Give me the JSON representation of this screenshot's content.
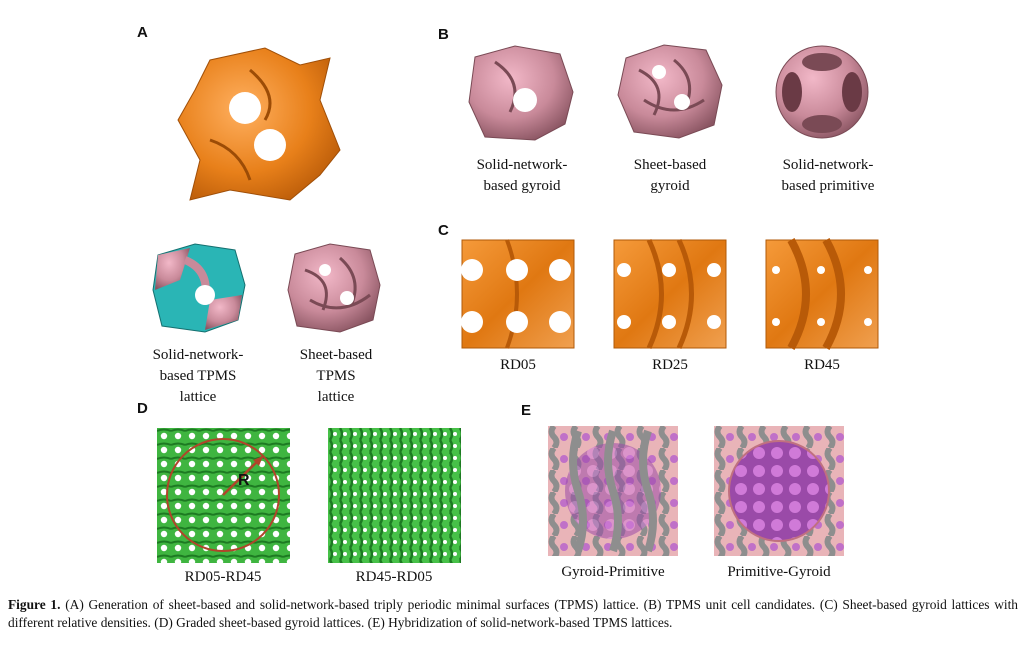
{
  "panels": {
    "A": {
      "letter": "A"
    },
    "B": {
      "letter": "B",
      "labels": [
        "Solid-network-\nbased gyroid",
        "Sheet-based\ngyroid",
        "Solid-network-\nbased primitive"
      ]
    },
    "A2": {
      "labels": [
        "Solid-network-\nbased TPMS\nlattice",
        "Sheet-based\nTPMS\nlattice"
      ]
    },
    "C": {
      "letter": "C",
      "labels": [
        "RD05",
        "RD25",
        "RD45"
      ]
    },
    "D": {
      "letter": "D",
      "labels": [
        "RD05-RD45",
        "RD45-RD05"
      ],
      "radius_label": "R"
    },
    "E": {
      "letter": "E",
      "labels": [
        "Gyroid-Primitive",
        "Primitive-Gyroid"
      ]
    }
  },
  "caption": {
    "label": "Figure 1.",
    "text": " (A) Generation of sheet-based and solid-network-based triply periodic minimal surfaces (TPMS) lattice. (B) TPMS unit cell candidates. (C) Sheet-based gyroid lattices with different relative densities. (D) Graded sheet-based gyroid lattices. (E) Hybridization of solid-network-based TPMS lattices."
  },
  "colors": {
    "orange": "#e8801a",
    "pink": "#c98a9a",
    "teal": "#2ab5b5",
    "green": "#3fb540",
    "purple": "#b050c0",
    "gray": "#8e8e8e"
  }
}
